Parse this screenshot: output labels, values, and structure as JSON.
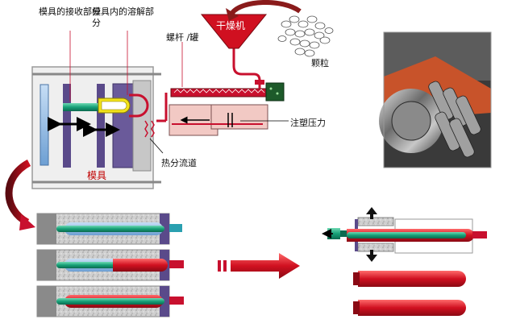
{
  "labels": {
    "mold_receive_part": "模具的接收部分",
    "mold_dissolve_part_line1": "模具内的溶解部",
    "mold_dissolve_part_line2": "分",
    "dryer": "干燥机",
    "screw_tank": "螺杆 /罐",
    "granules": "颗粒",
    "injection_pressure": "注塑压力",
    "hot_runner": "热分流道",
    "mold": "模具"
  },
  "colors": {
    "red": "#c8102e",
    "dark_red": "#9b1020",
    "teal": "#1aa37a",
    "purple": "#5a4a8a",
    "blue": "#7fb2e0",
    "gray": "#c7c7c7",
    "yellow": "#f2e21c",
    "brown": "#8c2a2a",
    "pink": "#f2c9c4"
  },
  "icons": {
    "curved_arrow": "curved-arrow-icon",
    "big_arrow": "right-arrow-icon",
    "photo": "injection-machine-photo"
  }
}
